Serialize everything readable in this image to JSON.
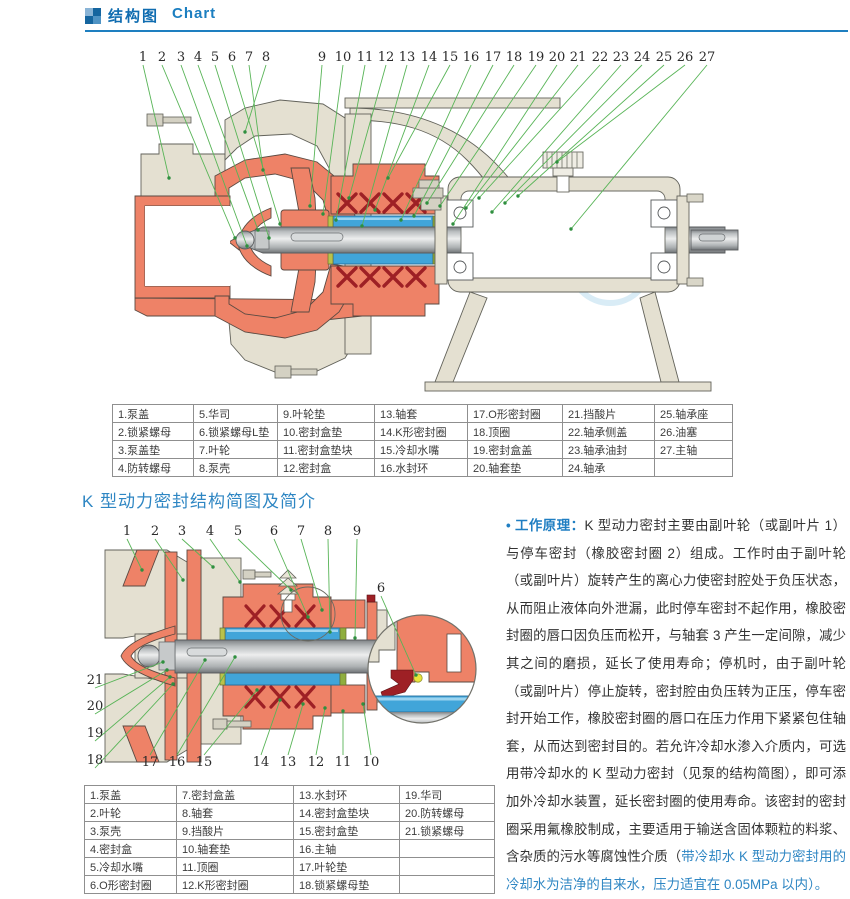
{
  "header": {
    "title_zh": "结构图",
    "title_en": "Chart"
  },
  "section_k": {
    "title": "K 型动力密封结构简图及简介"
  },
  "diagram1": {
    "labels": [
      "1",
      "2",
      "3",
      "4",
      "5",
      "6",
      "7",
      "8",
      "9",
      "10",
      "11",
      "12",
      "13",
      "14",
      "15",
      "16",
      "17",
      "18",
      "19",
      "20",
      "21",
      "22",
      "23",
      "24",
      "25",
      "26",
      "27"
    ]
  },
  "diagram2": {
    "top_labels": [
      "1",
      "2",
      "3",
      "4",
      "5",
      "6",
      "7",
      "8",
      "9"
    ],
    "left_labels": [
      "21",
      "20",
      "19",
      "18"
    ],
    "bottom_labels": [
      "17",
      "16",
      "15",
      "14",
      "13",
      "12",
      "11",
      "10"
    ],
    "detail_label": "6"
  },
  "table1": {
    "rows": [
      [
        "1.泵盖",
        "5.华司",
        "9.叶轮垫",
        "13.轴套",
        "17.O形密封圈",
        "21.挡酸片",
        "25.轴承座"
      ],
      [
        "2.锁紧螺母",
        "6.锁紧螺母L垫",
        "10.密封盒垫",
        "14.K形密封圈",
        "18.顶圈",
        "22.轴承侧盖",
        "26.油塞"
      ],
      [
        "3.泵盖垫",
        "7.叶轮",
        "11.密封盒垫块",
        "15.冷却水嘴",
        "19.密封盒盖",
        "23.轴承油封",
        "27.主轴"
      ],
      [
        "4.防转螺母",
        "8.泵壳",
        "12.密封盒",
        "16.水封环",
        "20.轴套垫",
        "24.轴承",
        ""
      ]
    ]
  },
  "table2": {
    "rows": [
      [
        "1.泵盖",
        "7.密封盒盖",
        "13.水封环",
        "19.华司"
      ],
      [
        "2.叶轮",
        "8.轴套",
        "14.密封盒垫块",
        "20.防转螺母"
      ],
      [
        "3.泵壳",
        "9.挡酸片",
        "15.密封盒垫",
        "21.锁紧螺母"
      ],
      [
        "4.密封盒",
        "10.轴套垫",
        "16.主轴",
        ""
      ],
      [
        "5.冷却水嘴",
        "11.顶圈",
        "17.叶轮垫",
        ""
      ],
      [
        "6.O形密封圈",
        "12.K形密封圈",
        "18.锁紧螺母垫",
        ""
      ]
    ]
  },
  "principle": {
    "bullet": "•",
    "label": "工作原理：",
    "body": "K 型动力密封主要由副叶轮（或副叶片 1）与停车密封（橡胶密封圈 2）组成。工作时由于副叶轮（或副叶片）旋转产生的离心力使密封腔处于负压状态，从而阻止液体向外泄漏，此时停车密封不起作用，橡胶密封圈的唇口因负压而松开，与轴套 3 产生一定间隙，减少其之间的磨损，延长了使用寿命；停机时，由于副叶轮（或副叶片）停止旋转，密封腔由负压转为正压，停车密封开始工作，橡胶密封圈的唇口在压力作用下紧紧包住轴套，从而达到密封目的。若允许冷却水渗入介质内，可选用带冷却水的 K 型动力密封（见泵的结构简图），即可添加外冷却水装置，延长密封圈的使用寿命。该密封的密封圈采用氟橡胶制成，主要适用于输送含固体颗粒的料浆、含杂质的污水等腐蚀性介质（",
    "highlight": "带冷却水 K 型动力密封用的冷却水为洁净的自来水，压力适宜在 0.05MPa 以内）。"
  },
  "colors": {
    "accent_blue": "#1e7fc0",
    "title_blue": "#2e86c3",
    "leader_green": "#58b457",
    "salmon": "#ee8267",
    "dark_red": "#9e2025",
    "sleeve_blue": "#41a5d9",
    "beige": "#e4e0d1"
  }
}
